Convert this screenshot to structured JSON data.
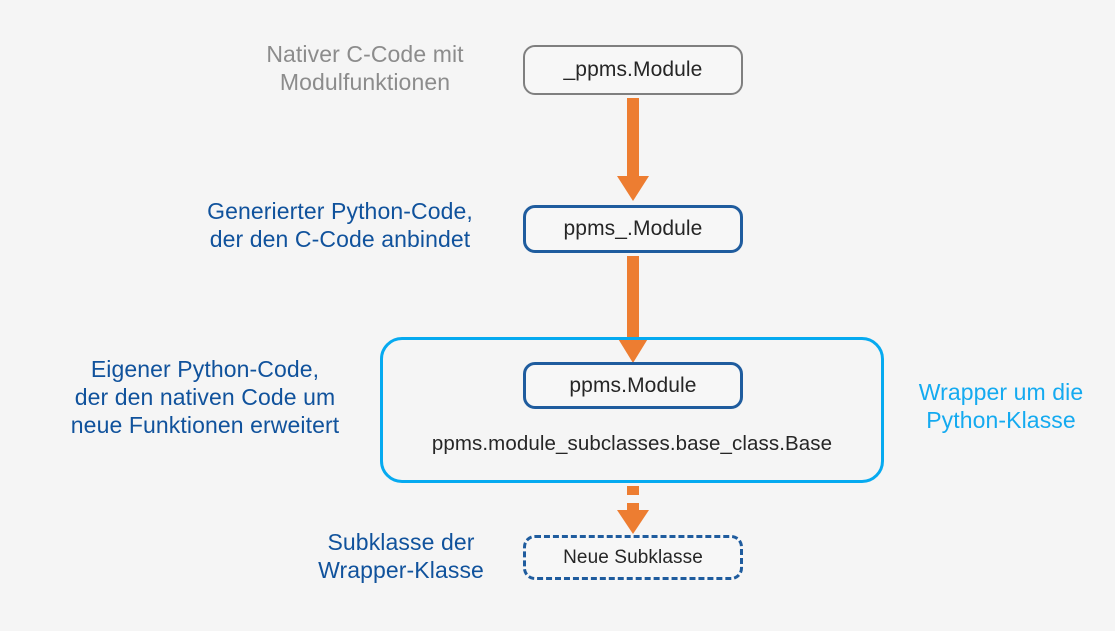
{
  "diagram": {
    "title": "Python C-Erweiterung Wrapper Schichten",
    "background_color": "#f5f5f5",
    "colors": {
      "gray_text": "#8c8c8c",
      "blue_text": "#10529c",
      "cyan_text": "#14aaf0",
      "arrow_orange": "#ed7d31",
      "node_gray_border": "#7f7f7f",
      "node_blue_border": "#1f5c9e",
      "wrapper_cyan_border": "#06aaf0",
      "node_text": "#262626"
    },
    "labels": {
      "native_c_code": "Nativer C-Code mit\nModulfunktionen",
      "generated_python": "Generierter Python-Code,\nder den C-Code anbindet",
      "own_python": "Eigener Python-Code,\nder den nativen Code um\nneue Funktionen erweitert",
      "wrapper_side": "Wrapper um die\nPython-Klasse",
      "subclass_side": "Subklasse der\nWrapper-Klasse"
    },
    "nodes": {
      "native_module": "_ppms.Module",
      "generated_module": "ppms_.Module",
      "wrapper_module": "ppms.Module",
      "base_class": "ppms.module_subclasses.base_class.Base",
      "new_subclass": "Neue Subklasse"
    },
    "arrows": [
      {
        "name": "arrow-native-to-generated",
        "style": "solid"
      },
      {
        "name": "arrow-generated-to-wrapper",
        "style": "solid"
      },
      {
        "name": "arrow-wrapper-to-subclass",
        "style": "dashed"
      }
    ]
  }
}
